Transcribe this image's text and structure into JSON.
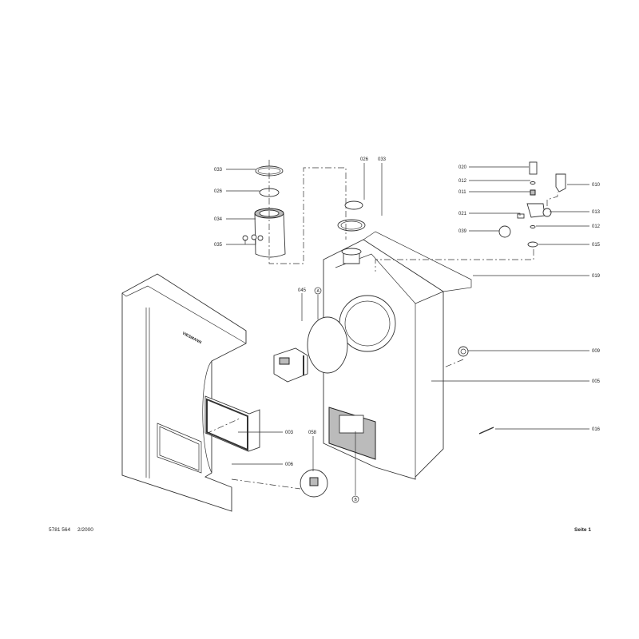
{
  "diagram": {
    "logo": "VIESMANN",
    "parts": {
      "p033_left": "033",
      "p026_left": "026",
      "p034": "034",
      "p035": "035",
      "p026_top": "026",
      "p033_top": "033",
      "p020": "020",
      "p012_a": "012",
      "p011": "011",
      "p010": "010",
      "p021": "021",
      "p013": "013",
      "p039": "039",
      "p012_b": "012",
      "p015": "015",
      "p019": "019",
      "p045": "045",
      "marker_a": "A",
      "p009": "009",
      "p005": "005",
      "p003": "003",
      "p006": "006",
      "p058": "058",
      "marker_b": "B",
      "p016": "016"
    }
  },
  "footer": {
    "doc_number": "5781 564",
    "date": "2/2000",
    "page": "Seite 1"
  }
}
